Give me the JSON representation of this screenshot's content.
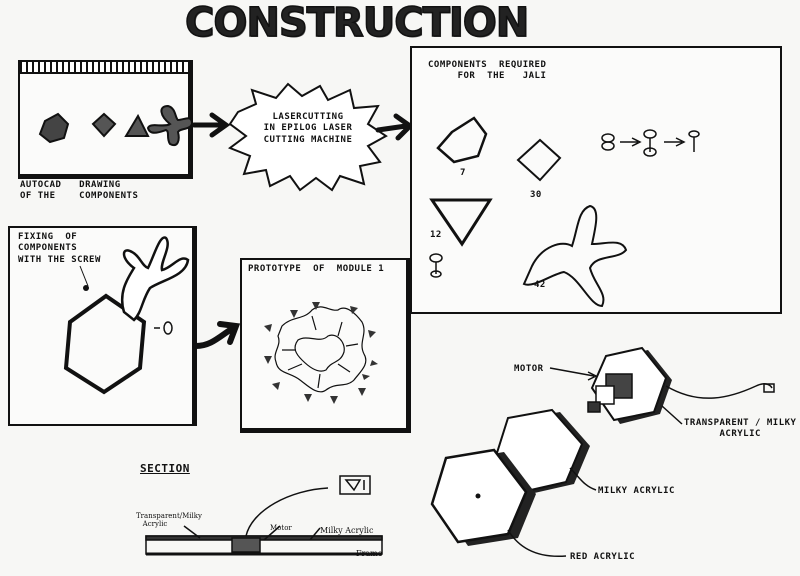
{
  "title": "CONSTRUCTION",
  "autocad": {
    "caption": "AUTOCAD   DRAWING\nOF THE    COMPONENTS"
  },
  "burst": {
    "text": "LASERCUTTING\nIN EPILOG LASER\nCUTTING MACHINE"
  },
  "components": {
    "heading": "COMPONENTS  REQUIRED\n     FOR  THE   JALI",
    "counts": [
      "7",
      "30",
      "12",
      "42"
    ]
  },
  "fixing": {
    "heading": "FIXING  OF\nCOMPONENTS\nWITH THE SCREW"
  },
  "prototype": {
    "heading": "PROTOTYPE  OF  MODULE 1"
  },
  "exploded": {
    "labels": {
      "motor": "MOTOR",
      "transparent": "TRANSPARENT / MILKY\n      ACRYLIC",
      "milky": "MILKY ACRYLIC",
      "red": "RED ACRYLIC"
    }
  },
  "section": {
    "heading": "SECTION",
    "labels": {
      "transparent": "Transparent/Milky\n   Acrylic",
      "motor": "Motor",
      "milky": "Milky Acrylic",
      "frame": "Frame"
    }
  }
}
